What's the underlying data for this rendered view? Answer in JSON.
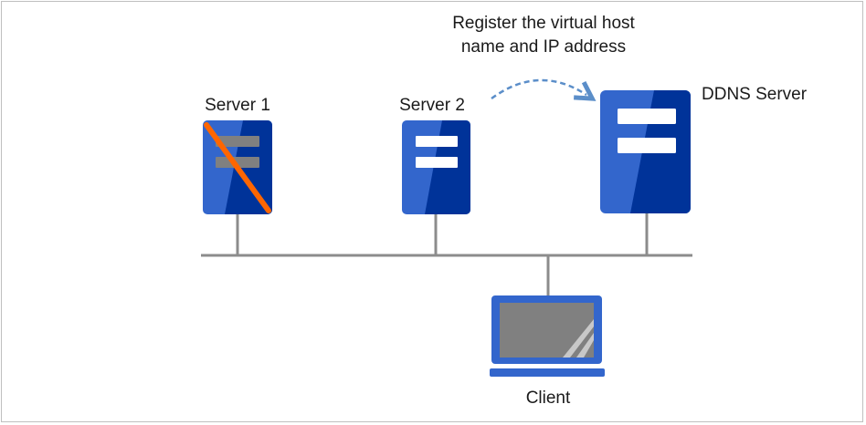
{
  "nodes": {
    "server1": {
      "label": "Server 1",
      "status": "failed"
    },
    "server2": {
      "label": "Server 2"
    },
    "ddns": {
      "label": "DDNS Server"
    },
    "client": {
      "label": "Client"
    }
  },
  "annotation": {
    "line1": "Register the virtual host",
    "line2": "name and IP address"
  },
  "colors": {
    "server_light": "#3366cc",
    "server_dark": "#003399",
    "failure_mark": "#ff6600",
    "network_line": "#8c8c8c",
    "arrow": "#5b8ec9"
  }
}
